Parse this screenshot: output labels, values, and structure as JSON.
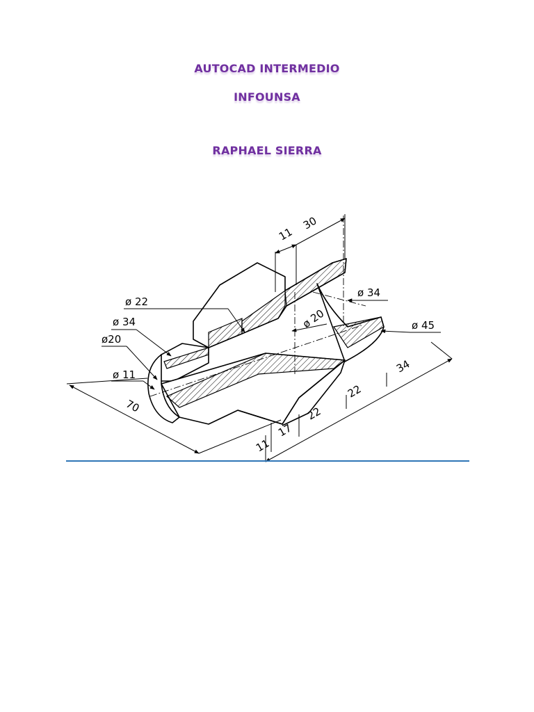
{
  "headings": {
    "course": "AUTOCAD INTERMEDIO",
    "institution": "INFOUNSA",
    "author": "RAPHAEL SIERRA"
  },
  "colors": {
    "heading": "#7030a0",
    "divider": "#2e75b6"
  },
  "drawing": {
    "dimensions": {
      "top_11": "11",
      "top_30": "30",
      "dia_22": "ø 22",
      "dia_34_left": "ø 34",
      "dia_20_left": "ø20",
      "dia_11": "ø 11",
      "len_70": "70",
      "dia_34_right": "ø 34",
      "dia_20_center": "ø 20",
      "dia_45": "ø 45",
      "base_11": "11",
      "base_17": "17",
      "base_22a": "22",
      "base_22b": "22",
      "base_34": "34"
    }
  }
}
